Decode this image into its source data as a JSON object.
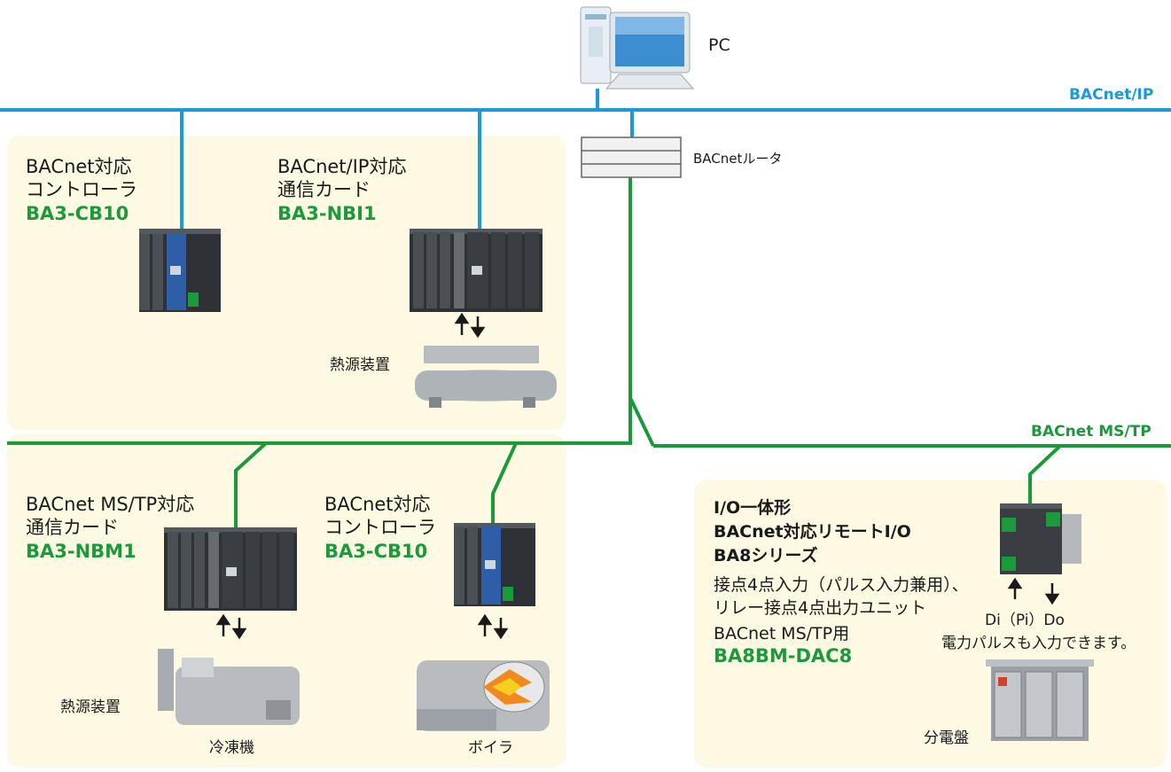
{
  "networks": {
    "ip": {
      "label": "BACnet/IP",
      "color": "#1a9ad6"
    },
    "mstp": {
      "label": "BACnet MS/TP",
      "color": "#1a9a3a"
    }
  },
  "pc": {
    "label": "PC"
  },
  "router": {
    "label": "BACnetルータ"
  },
  "devices": {
    "cb10_ip": {
      "line1": "BACnet対応",
      "line2": "コントローラ",
      "model": "BA3-CB10"
    },
    "nbi1": {
      "line1": "BACnet/IP対応",
      "line2": "通信カード",
      "model": "BA3-NBI1",
      "equipment": "熱源装置"
    },
    "nbm1": {
      "line1": "BACnet MS/TP対応",
      "line2": "通信カード",
      "model": "BA3-NBM1",
      "equipment": "熱源装置",
      "equipment_sub": "冷凍機"
    },
    "cb10_mstp": {
      "line1": "BACnet対応",
      "line2": "コントローラ",
      "model": "BA3-CB10",
      "equipment": "ボイラ"
    },
    "ba8": {
      "line1": "I/O一体形",
      "line2": "BACnet対応リモートI/O",
      "line3": "BA8シリーズ",
      "line4": "接点4点入力（パルス入力兼用）、",
      "line5": "リレー接点4点出力ユニット",
      "line6": "BACnet MS/TP用",
      "model": "BA8BM-DAC8",
      "io_label": "Di（Pi）Do",
      "note": "電力パルスも入力できます。",
      "equipment": "分電盤"
    }
  }
}
